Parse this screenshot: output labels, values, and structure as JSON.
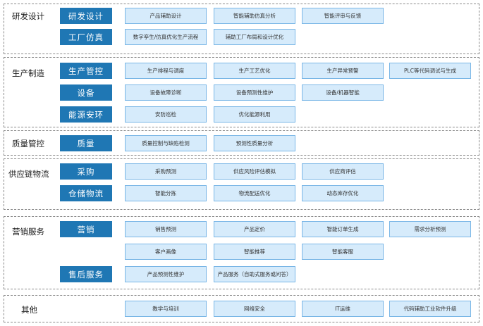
{
  "sections": {
    "rd": {
      "label": "研发设计",
      "cats": {
        "design": {
          "label": "研发设计",
          "items": [
            "产品辅助设计",
            "智能辅助仿真分析",
            "智能评审与反馈"
          ]
        },
        "sim": {
          "label": "工厂仿真",
          "items": [
            "数字孪生/仿真优化生产流程",
            "辅助工厂布局和设计优化"
          ]
        }
      }
    },
    "mfg": {
      "label": "生产制造",
      "cats": {
        "control": {
          "label": "生产管控",
          "items": [
            "生产排程与调度",
            "生产工艺优化",
            "生产异常预警",
            "PLC等代码调试与生成"
          ]
        },
        "equip": {
          "label": "设备",
          "items": [
            "设备故障诊断",
            "设备预测性维护",
            "设备/机器智能"
          ]
        },
        "energy": {
          "label": "能源安环",
          "items": [
            "安防巡检",
            "优化能源利用"
          ]
        }
      }
    },
    "quality": {
      "label": "质量管控",
      "cats": {
        "q": {
          "label": "质量",
          "items": [
            "质量控制与缺陷检测",
            "预测性质量分析"
          ]
        }
      }
    },
    "supply": {
      "label": "供应链物流",
      "cats": {
        "purchase": {
          "label": "采购",
          "items": [
            "采购预测",
            "供应风险评估模拟",
            "供应商评估"
          ]
        },
        "storage": {
          "label": "仓储物流",
          "items": [
            "智能分拣",
            "物流配送优化",
            "动态库存优化"
          ]
        }
      }
    },
    "sales": {
      "label": "营销服务",
      "cats": {
        "marketing": {
          "label": "营销",
          "items": [
            "销售预测",
            "产品定价",
            "智能订单生成",
            "需求分析预测",
            "客户画像",
            "智能推荐",
            "智能客服"
          ]
        },
        "after": {
          "label": "售后服务",
          "items": [
            "产品预测性维护",
            "产品服务（自助式服务或问答）"
          ]
        }
      }
    },
    "other": {
      "label": "其他",
      "items": [
        "教学与培训",
        "网络安全",
        "IT运维",
        "代码辅助工业软件升级"
      ]
    }
  },
  "colors": {
    "category_fill": "#1f77b4",
    "item_fill": "#d6ebfb",
    "item_border": "#79b6e6",
    "section_border": "#8a8a8a"
  }
}
